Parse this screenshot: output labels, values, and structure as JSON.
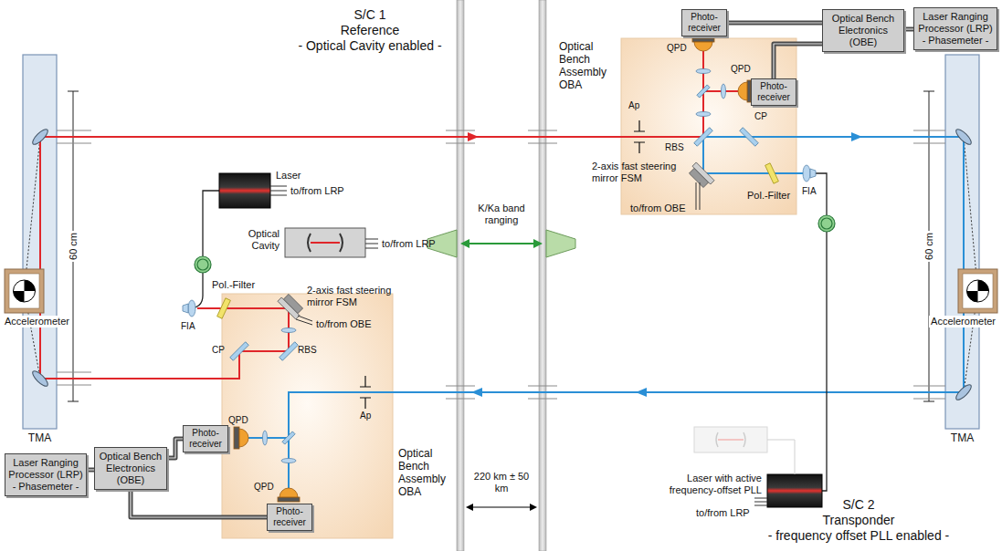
{
  "diagram": {
    "nodes": [
      {
        "text": [
          "Laser Ranging Processor (LRP)",
          "- Phasemeter -"
        ]
      },
      {
        "text": [
          "Optical Bench Electronics (OBE)"
        ]
      },
      {
        "text": [
          "Optical Bench Assembly OBA"
        ]
      },
      {
        "text": [
          "Photo-receiver"
        ]
      },
      {
        "text": [
          "Photo-receiver"
        ]
      },
      {
        "text": [
          "Laser"
        ]
      },
      {
        "text": [
          "Optical Cavity"
        ]
      },
      {
        "text": [
          "TMA"
        ]
      },
      {
        "text": [
          "Accelerometer"
        ]
      },
      {
        "text": [
          "Laser Ranging Processor (LRP)",
          "- Phasemeter -"
        ]
      },
      {
        "text": [
          "Optical Bench Electronics (OBE)"
        ]
      },
      {
        "text": [
          "Optical Bench Assembly OBA"
        ]
      },
      {
        "text": [
          "Photo-receiver"
        ]
      },
      {
        "text": [
          "Photo-receiver"
        ]
      },
      {
        "text": [
          "Laser with active frequency-offset PLL"
        ]
      },
      {
        "text": [
          "TMA"
        ]
      },
      {
        "text": [
          "Accelerometer"
        ]
      }
    ],
    "edges": [
      {
        "from": 1,
        "to": 0,
        "arrow": "none"
      },
      {
        "from": 3,
        "to": 1,
        "arrow": "none"
      },
      {
        "from": 4,
        "to": 1,
        "arrow": "none"
      },
      {
        "from": 10,
        "to": 9,
        "arrow": "none"
      },
      {
        "from": 12,
        "to": 10,
        "arrow": "none"
      },
      {
        "from": 13,
        "to": 10,
        "arrow": "none"
      }
    ],
    "labels": [
      "S/C 1",
      "Reference",
      "- Optical Cavity enabled -",
      "S/C 2",
      "Transponder",
      "- frequency offset PLL enabled -",
      "60 cm",
      "60 cm",
      "to/from LRP",
      "to/from LRP",
      "to/from OBE",
      "2-axis fast steering mirror FSM",
      "Pol.-Filter",
      "FIA",
      "CP",
      "RBS",
      "QPD",
      "QPD",
      "Ap",
      "K/Ka band ranging",
      "220 km ± 50 km",
      "to/from OBE",
      "2-axis fast steering mirror FSM",
      "Pol.-Filter",
      "FIA",
      "CP",
      "RBS",
      "QPD",
      "QPD",
      "Ap",
      "to/from LRP"
    ]
  }
}
